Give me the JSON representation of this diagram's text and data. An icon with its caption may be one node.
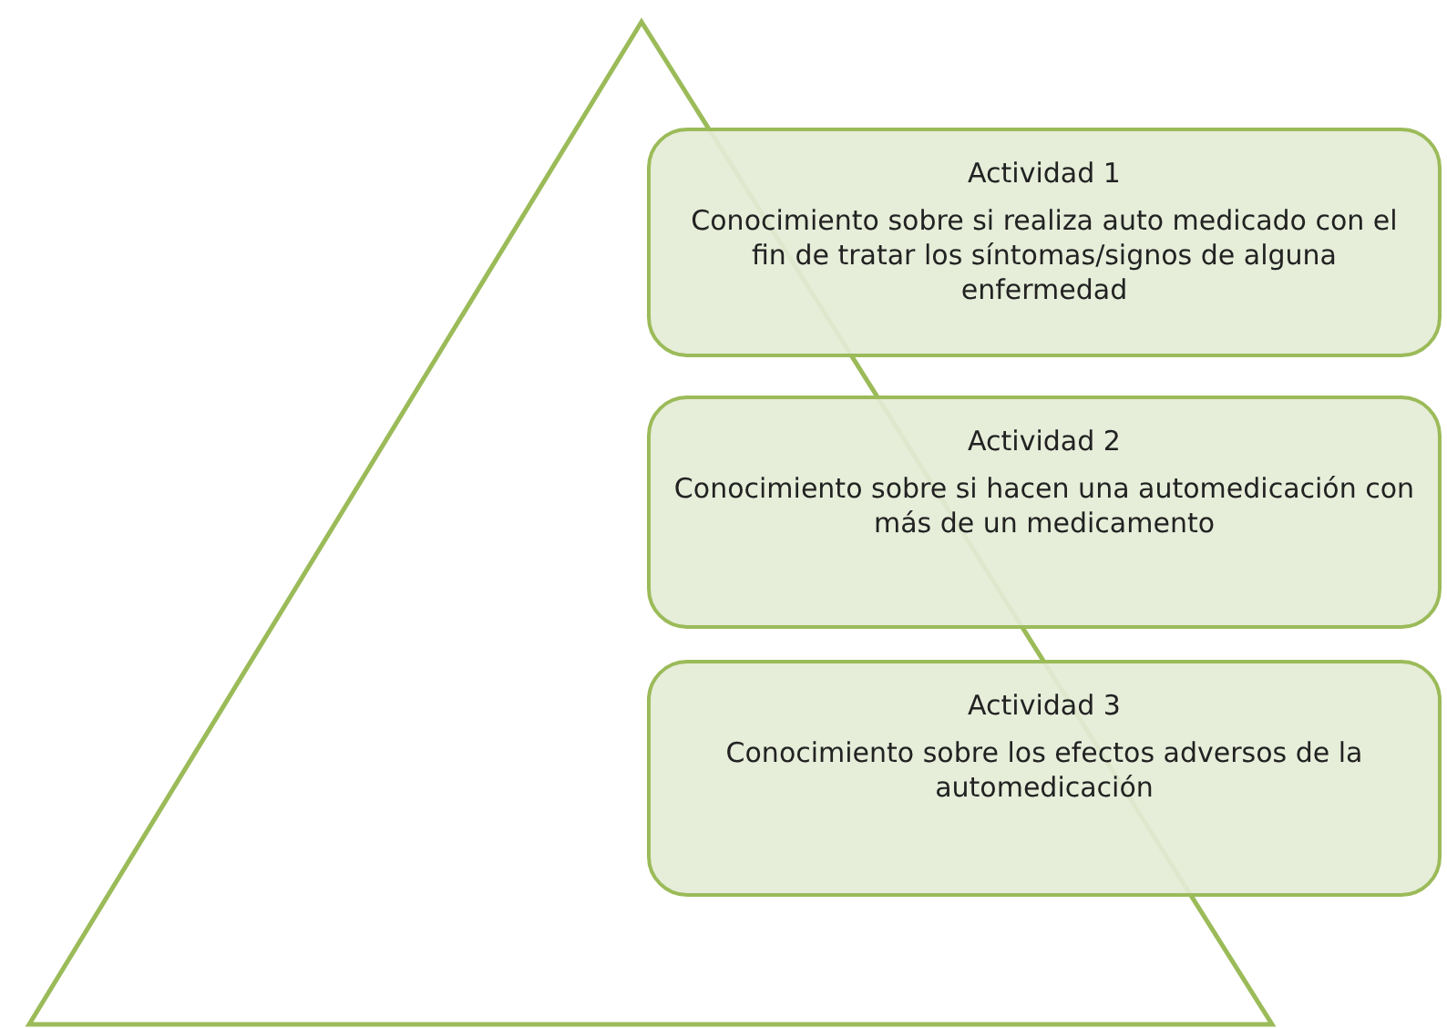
{
  "diagram": {
    "nodes": [
      {
        "text": [
          "Actividad 1",
          "Conocimiento sobre si realiza auto medicado con el fin de tratar los síntomas/signos de alguna enfermedad"
        ]
      },
      {
        "text": [
          "Actividad 2",
          "Conocimiento sobre si hacen una automedicación con más de un medicamento"
        ]
      },
      {
        "text": [
          "Actividad 3",
          "Conocimiento sobre los efectos adversos de la automedicación"
        ]
      }
    ]
  }
}
